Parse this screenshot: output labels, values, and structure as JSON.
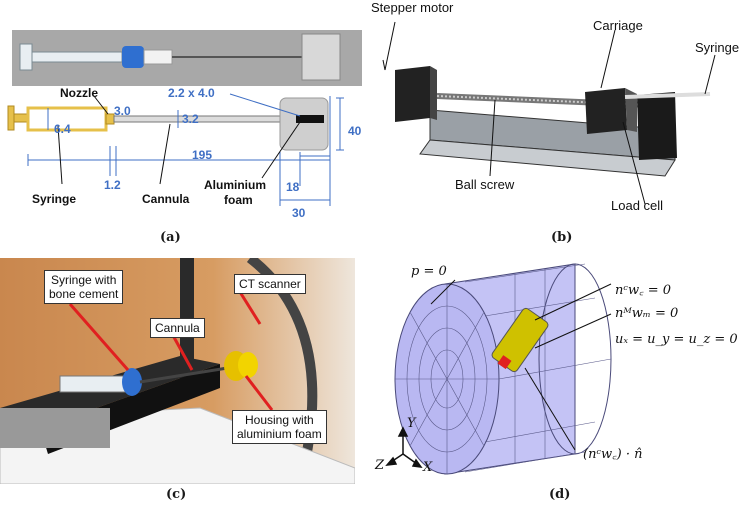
{
  "figure": {
    "panel_a": {
      "caption": "(a)",
      "labels": {
        "nozzle": "Nozzle",
        "syringe": "Syringe",
        "cannula": "Cannula",
        "foam_line1": "Aluminium",
        "foam_line2": "foam"
      },
      "dimensions": {
        "d_3_0": "3.0",
        "d_6_4": "6.4",
        "d_3_2": "3.2",
        "d_2_2x4": "2.2 x 4.0",
        "d_40": "40",
        "d_195": "195",
        "d_1_2": "1.2",
        "d_18": "18",
        "d_30": "30"
      }
    },
    "panel_b": {
      "caption": "(b)",
      "labels": {
        "stepper": "Stepper motor",
        "carriage": "Carriage",
        "syringe": "Syringe",
        "ballscrew": "Ball screw",
        "loadcell": "Load cell"
      }
    },
    "panel_c": {
      "caption": "(c)",
      "labels": {
        "syringe_line1": "Syringe with",
        "syringe_line2": "bone cement",
        "cannula": "Cannula",
        "ct": "CT scanner",
        "housing_line1": "Housing with",
        "housing_line2": "aluminium foam"
      }
    },
    "panel_d": {
      "caption": "(d)",
      "labels": {
        "p0": "p = 0",
        "eq1": "nᶜw꜀ = 0",
        "eq2": "nᴹwₘ = 0",
        "eq3": "uₓ = u_y = u_z = 0",
        "flux": "(nᶜw꜀) · n̂",
        "axis_y": "Y",
        "axis_z": "Z",
        "axis_x": "X"
      }
    },
    "colors": {
      "dim_blue": "#3f6fc4",
      "mesh_fill": "#b9b8f2",
      "mesh_line": "#4a4a7a",
      "cannula_yellow": "#cfc100",
      "marker_red": "#e02020",
      "photo_bg": "#c98a52"
    }
  }
}
